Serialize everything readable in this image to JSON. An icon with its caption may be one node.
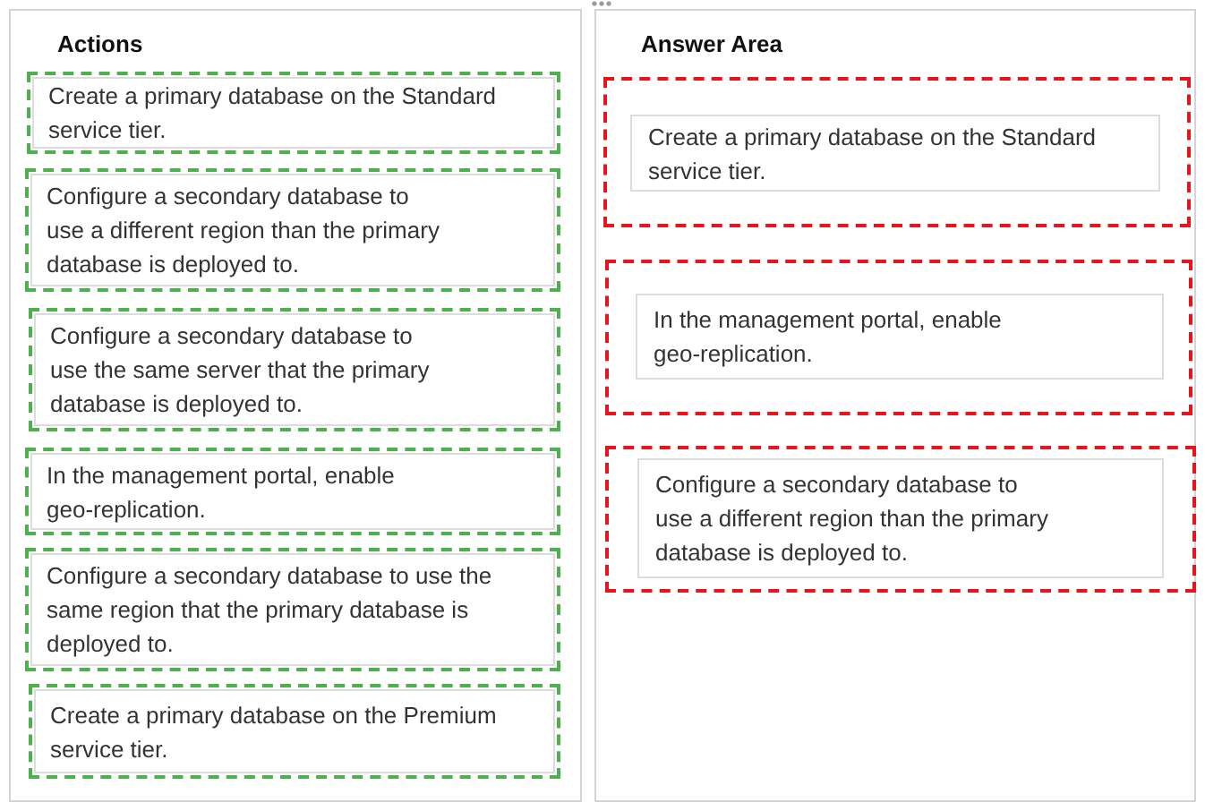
{
  "diagram": {
    "nodes": [
      {
        "text": [
          "Actions"
        ]
      },
      {
        "text": [
          "Create a primary database on the Standard service tier."
        ],
        "in": 0
      },
      {
        "text": [
          "Configure a secondary database to use a different region than the primary database is deployed to."
        ],
        "in": 0
      },
      {
        "text": [
          "Configure a secondary database to use the same server that the primary database is deployed to."
        ],
        "in": 0
      },
      {
        "text": [
          "In the management portal, enable geo-replication."
        ],
        "in": 0
      },
      {
        "text": [
          "Configure a secondary database to use the same region that the primary database is deployed to."
        ],
        "in": 0
      },
      {
        "text": [
          "Create a primary database on the Premium service tier."
        ],
        "in": 0
      },
      {
        "text": [
          "Answer Area"
        ]
      },
      {
        "text": [],
        "shape": "box",
        "in": 7
      },
      {
        "text": [],
        "shape": "box",
        "in": 7
      },
      {
        "text": [],
        "shape": "box",
        "in": 7
      },
      {
        "text": [
          "Create a primary database on the Standard service tier."
        ],
        "in": 8
      },
      {
        "text": [
          "In the management portal, enable geo-replication."
        ],
        "in": 9
      },
      {
        "text": [
          "Configure a secondary database to use a different region than the primary database is deployed to."
        ],
        "in": 10
      }
    ]
  }
}
